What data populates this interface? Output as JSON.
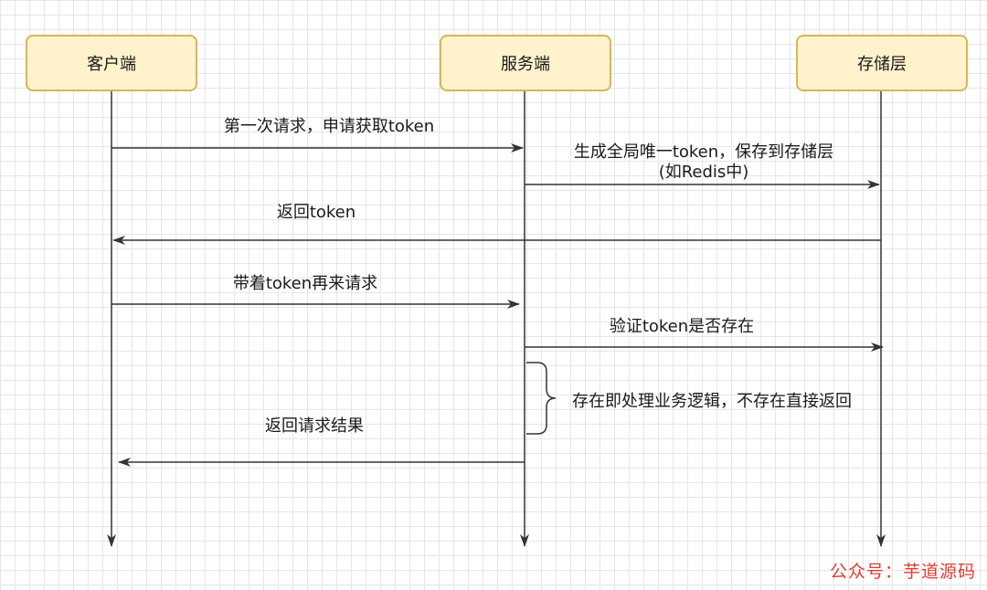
{
  "actors": [
    {
      "name": "客户端"
    },
    {
      "name": "服务端"
    },
    {
      "name": "存储层"
    }
  ],
  "messages": [
    {
      "label": "第一次请求，申请获取token"
    },
    {
      "label_line1": "生成全局唯一token，保存到存储层",
      "label_line2": "(如Redis中)"
    },
    {
      "label": "返回token"
    },
    {
      "label": "带着token再来请求"
    },
    {
      "label": "验证token是否存在"
    },
    {
      "label": "返回请求结果"
    }
  ],
  "note": "存在即处理业务逻辑，不存在直接返回",
  "watermark": "公众号：芋道源码",
  "colors": {
    "actor_fill": "#fff2cc",
    "actor_border": "#d6b656",
    "line": "#333333",
    "watermark": "#e03c31"
  }
}
